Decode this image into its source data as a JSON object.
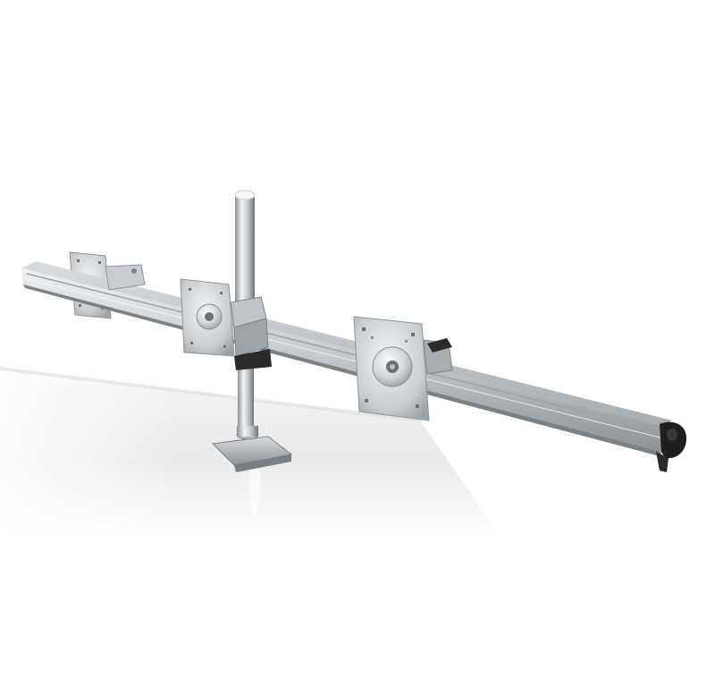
{
  "image": {
    "subject": "",
    "colors": {
      "background": "#ffffff",
      "desk": "#eeeeee",
      "aluminum_light": "#e4e6e8",
      "aluminum_mid": "#b7bbbf",
      "aluminum_dark": "#7d8287",
      "rubber_black": "#1e1e1e"
    },
    "components": [
      "desk-surface",
      "vertical-pole",
      "desk-clamp-base",
      "horizontal-rail",
      "vesa-plate-left",
      "vesa-plate-middle",
      "vesa-plate-right",
      "rail-end-cap"
    ]
  }
}
